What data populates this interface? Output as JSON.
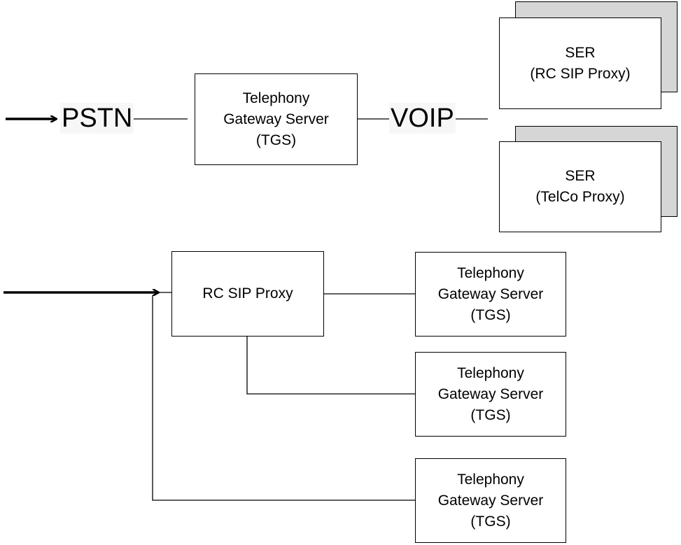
{
  "top_flow": {
    "pstn_label": "PSTN",
    "voip_label": "VOIP",
    "tgs_box": {
      "line1": "Telephony",
      "line2": "Gateway Server",
      "line3": "(TGS)"
    }
  },
  "ser_boxes": [
    {
      "line1": "SER",
      "line2": "(RC SIP Proxy)"
    },
    {
      "line1": "SER",
      "line2": "(TelCo Proxy)"
    }
  ],
  "bottom_flow": {
    "proxy_box": {
      "label": "RC SIP Proxy"
    },
    "tgs_boxes": [
      {
        "line1": "Telephony",
        "line2": "Gateway Server",
        "line3": "(TGS)"
      },
      {
        "line1": "Telephony",
        "line2": "Gateway Server",
        "line3": "(TGS)"
      },
      {
        "line1": "Telephony",
        "line2": "Gateway Server",
        "line3": "(TGS)"
      }
    ]
  }
}
